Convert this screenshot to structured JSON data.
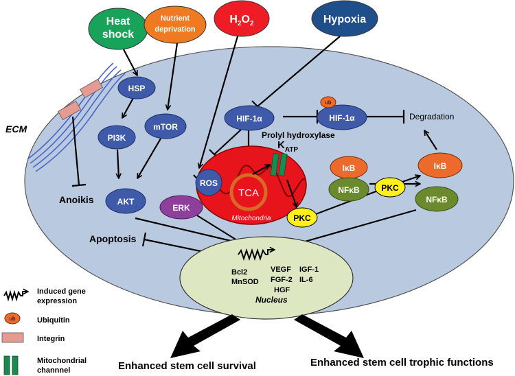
{
  "stimuli": {
    "heat_shock_line1": "Heat",
    "heat_shock_line2": "shock",
    "nutrient_line1": "Nutrient",
    "nutrient_line2": "deprivation",
    "h2o2": "H",
    "h2o2_sub1": "2",
    "h2o2_o": "O",
    "h2o2_sub2": "2",
    "hypoxia": "Hypoxia"
  },
  "nodes": {
    "hsp": "HSP",
    "pi3k": "PI3K",
    "mtor": "mTOR",
    "akt": "AKT",
    "erk": "ERK",
    "ros": "ROS",
    "tca": "TCA",
    "mitochondria": "Mitochondria",
    "hif1a_left": "HIF-1α",
    "hif1a_right": "HIF-1α",
    "ub": "ub",
    "prolyl_hydroxylase": "Prolyl hydroxylase",
    "katp": "K",
    "katp_sub": "ATP",
    "degradation": "Degradation",
    "ikb_left": "IκB",
    "nfkb_left": "NFκB",
    "ikb_right": "IκB",
    "nfkb_right": "NFκB",
    "pkc_mito": "PKC",
    "pkc_mid": "PKC",
    "anoikis": "Anoikis",
    "apoptosis": "Apoptosis",
    "ecm": "ECM"
  },
  "nucleus": {
    "label": "Nucleus",
    "bcl2": "Bcl2",
    "mnsod": "MnSOD",
    "vegf": "VEGF",
    "fgf2": "FGF-2",
    "hgf": "HGF",
    "igf1": "IGF-1",
    "il6": "IL-6"
  },
  "outcomes": {
    "survival": "Enhanced stem cell survival",
    "trophic": "Enhanced stem cell trophic functions"
  },
  "legend": {
    "gene_line1": "Induced gene",
    "gene_line2": "expression",
    "ubiquitin": "Ubiquitin",
    "integrin": "Integrin",
    "channel_line1": "Mitochondrial",
    "channel_line2": "channnel"
  },
  "colors": {
    "cell_fill": "#b9c9e0",
    "node_blue": "#3f5aa8",
    "heat_shock": "#19a25a",
    "nutrient": "#f07a22",
    "h2o2": "#ee1c24",
    "hypoxia": "#1f4f8a",
    "erk": "#8d3f9b",
    "mito_red": "#e8141c",
    "nucleus": "#dde7c2",
    "olive": "#6b8a2e",
    "pkc_yellow": "#ffef1a",
    "ikb_orange": "#ec6a2c",
    "channel_green": "#1a8a50",
    "integrin_pink": "#e39b93"
  }
}
